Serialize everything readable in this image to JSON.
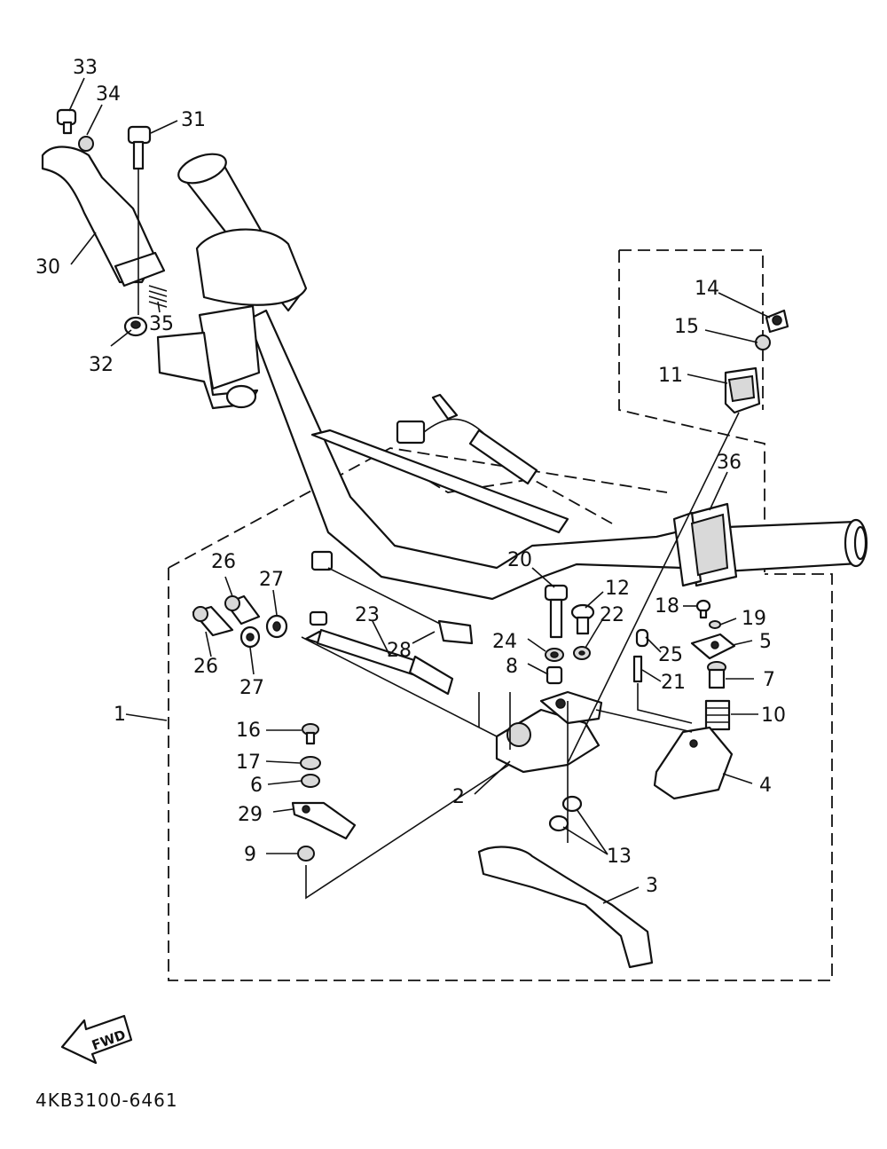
{
  "diagram": {
    "drawing_code": "4KB3100-6461",
    "direction_label": "FWD",
    "callouts": [
      {
        "id": "c1",
        "label": "1"
      },
      {
        "id": "c2",
        "label": "2"
      },
      {
        "id": "c3",
        "label": "3"
      },
      {
        "id": "c4",
        "label": "4"
      },
      {
        "id": "c5",
        "label": "5"
      },
      {
        "id": "c6",
        "label": "6"
      },
      {
        "id": "c7",
        "label": "7"
      },
      {
        "id": "c8",
        "label": "8"
      },
      {
        "id": "c9",
        "label": "9"
      },
      {
        "id": "c10",
        "label": "10"
      },
      {
        "id": "c11",
        "label": "11"
      },
      {
        "id": "c12",
        "label": "12"
      },
      {
        "id": "c13",
        "label": "13"
      },
      {
        "id": "c14",
        "label": "14"
      },
      {
        "id": "c15",
        "label": "15"
      },
      {
        "id": "c16",
        "label": "16"
      },
      {
        "id": "c17",
        "label": "17"
      },
      {
        "id": "c18",
        "label": "18"
      },
      {
        "id": "c19",
        "label": "19"
      },
      {
        "id": "c20",
        "label": "20"
      },
      {
        "id": "c21",
        "label": "21"
      },
      {
        "id": "c22",
        "label": "22"
      },
      {
        "id": "c23",
        "label": "23"
      },
      {
        "id": "c24",
        "label": "24"
      },
      {
        "id": "c25",
        "label": "25"
      },
      {
        "id": "c26a",
        "label": "26"
      },
      {
        "id": "c26b",
        "label": "26"
      },
      {
        "id": "c27a",
        "label": "27"
      },
      {
        "id": "c27b",
        "label": "27"
      },
      {
        "id": "c28",
        "label": "28"
      },
      {
        "id": "c29",
        "label": "29"
      },
      {
        "id": "c30",
        "label": "30"
      },
      {
        "id": "c31",
        "label": "31"
      },
      {
        "id": "c32",
        "label": "32"
      },
      {
        "id": "c33",
        "label": "33"
      },
      {
        "id": "c34",
        "label": "34"
      },
      {
        "id": "c35",
        "label": "35"
      },
      {
        "id": "c36",
        "label": "36"
      }
    ]
  }
}
